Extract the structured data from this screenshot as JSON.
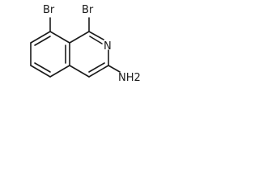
{
  "molecule": {
    "atoms": {
      "br1": "Br",
      "br8": "Br",
      "n2": "N",
      "nh2": "NH2"
    },
    "colors": {
      "bond": "#1a1a1a",
      "text": "#1a1a1a",
      "background": "#ffffff"
    }
  }
}
